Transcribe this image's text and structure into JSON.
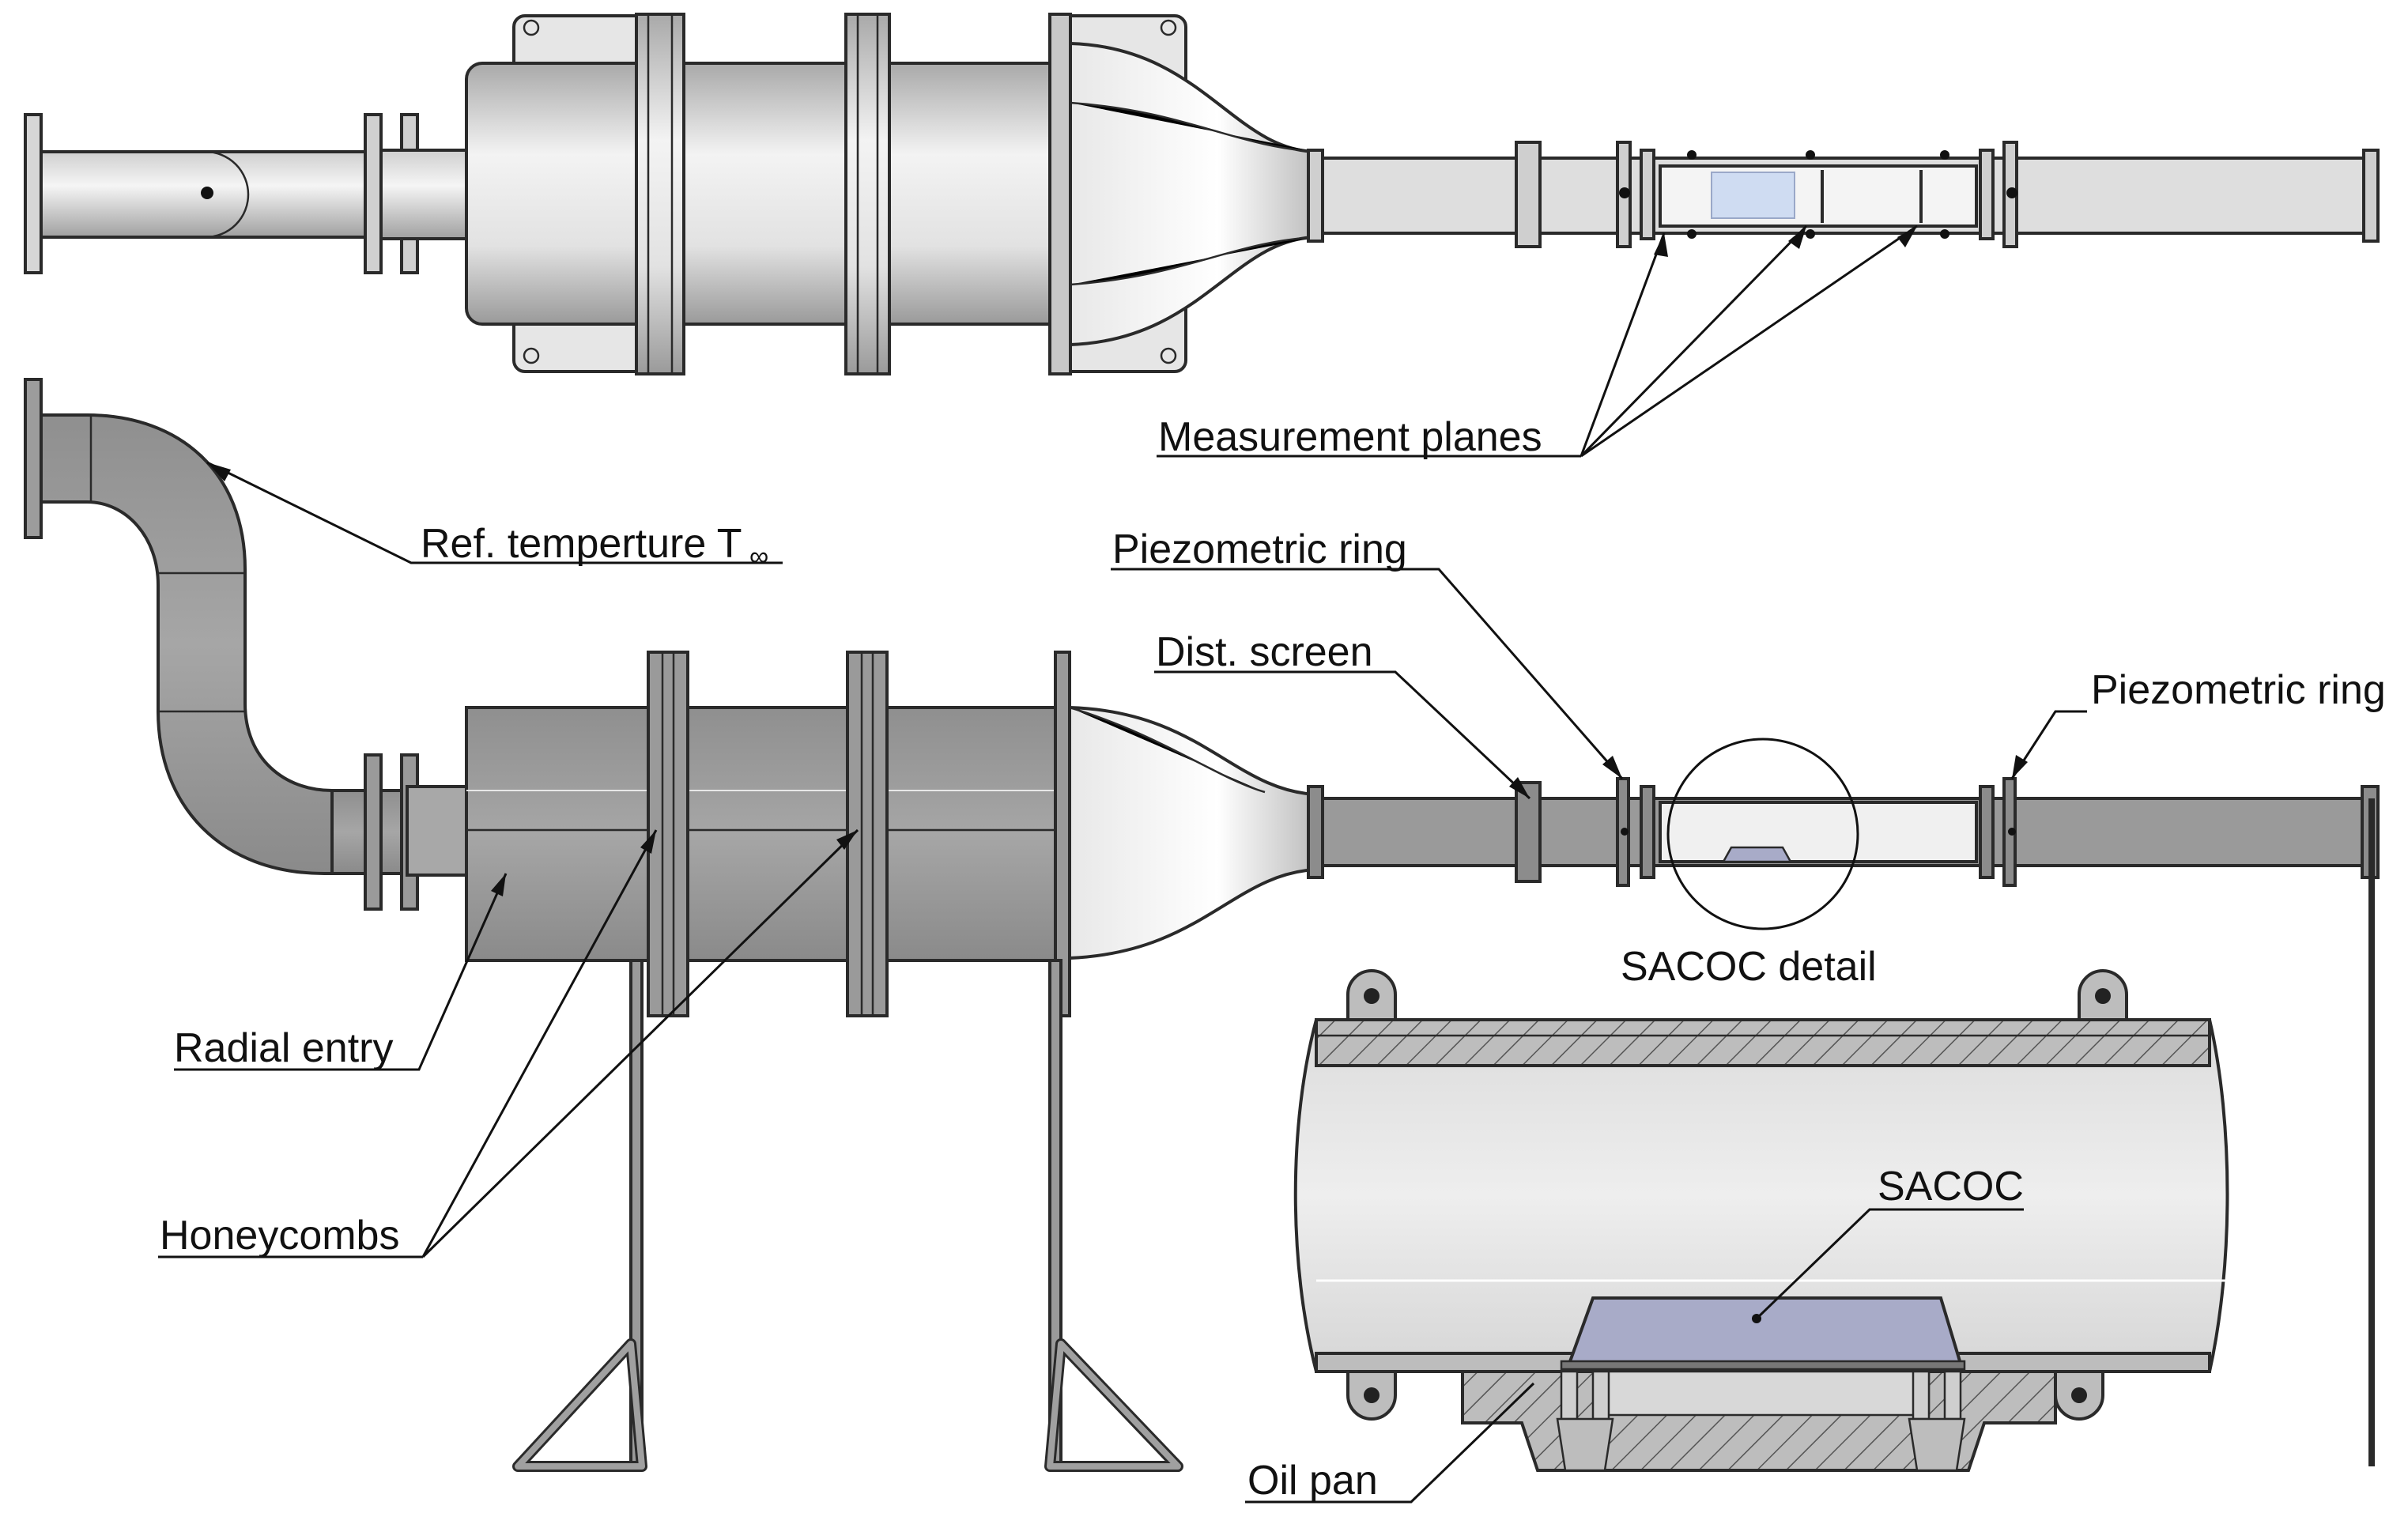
{
  "labels": {
    "measurement_planes": "Measurement planes",
    "ref_temperature": "Ref. temperture T",
    "ref_temperature_subscript": "∞",
    "piezometric_ring_1": "Piezometric ring",
    "dist_screen": "Dist. screen",
    "piezometric_ring_2": "Piezometric ring",
    "sacoc_detail": "SACOC detail",
    "radial_entry": "Radial entry",
    "honeycombs": "Honeycombs",
    "sacoc": "SACOC",
    "oil_pan": "Oil pan"
  },
  "colors": {
    "metal_light": "#eeeeee",
    "metal_mid": "#b8b8b8",
    "metal_dark": "#8c8c8c",
    "pipe_dark": "#9a9a9a",
    "sacoc_fill": "#a8abc8",
    "window_fill": "#cfdcf2",
    "detail_body": "#e4e4e4"
  }
}
